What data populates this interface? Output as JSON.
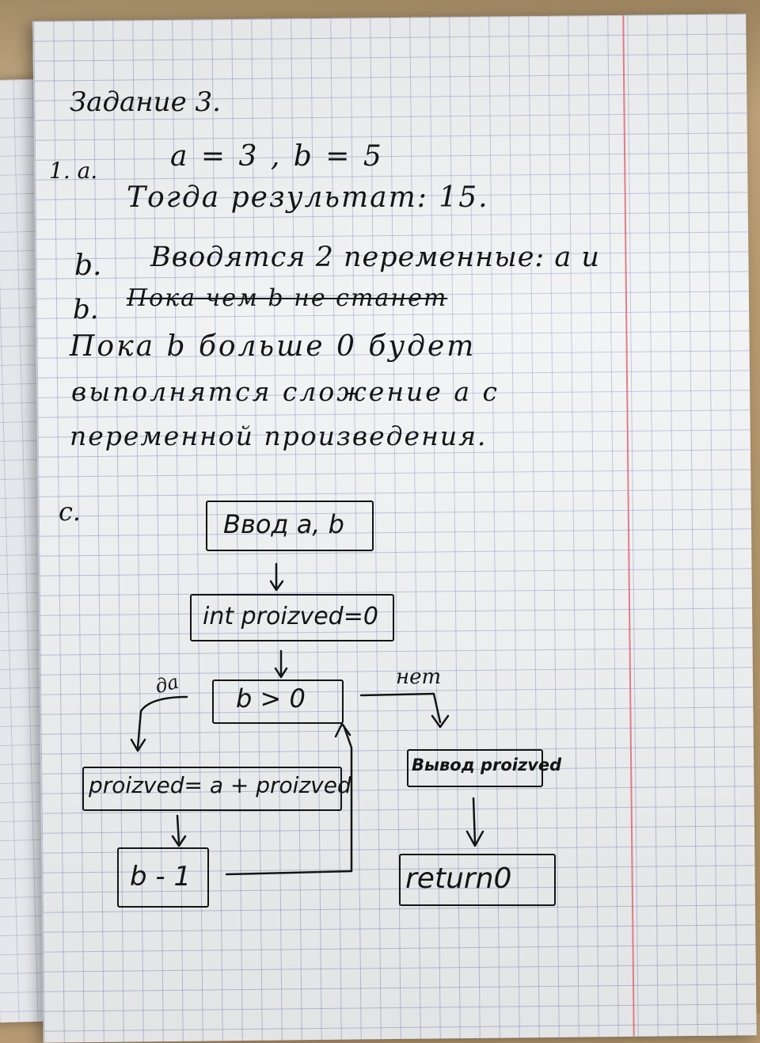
{
  "task_title": "Задание 3.",
  "section_1a": {
    "marker": "1. a.",
    "values": "a = 3 ,  b = 5",
    "result_line": "Тогда результат:  15."
  },
  "section_b": {
    "marker_first": "b.",
    "intro_line": "Вводятся  2 переменные: а и",
    "marker_second": "b.",
    "struck_text": "Пока чем b не станет",
    "line_1": "Пока  b  больше 0 будет",
    "line_2": "выполнятся  сложение  а  с",
    "line_3": "переменной  произведения."
  },
  "section_c": {
    "marker": "c.",
    "blocks": {
      "input": "Ввод  a, b",
      "init": "int proizved=0",
      "condition": "b > 0",
      "body": "proizved= a + proizved",
      "decrement": "b - 1",
      "output": "Вывод proizved",
      "return": "return0"
    },
    "branch_yes": "да",
    "branch_no": "нет"
  },
  "colors": {
    "ink": "#141414",
    "grid": "#7d91bf",
    "margin_line": "#e0707a",
    "paper": "#f1f2f4",
    "table": "#b69a70"
  }
}
